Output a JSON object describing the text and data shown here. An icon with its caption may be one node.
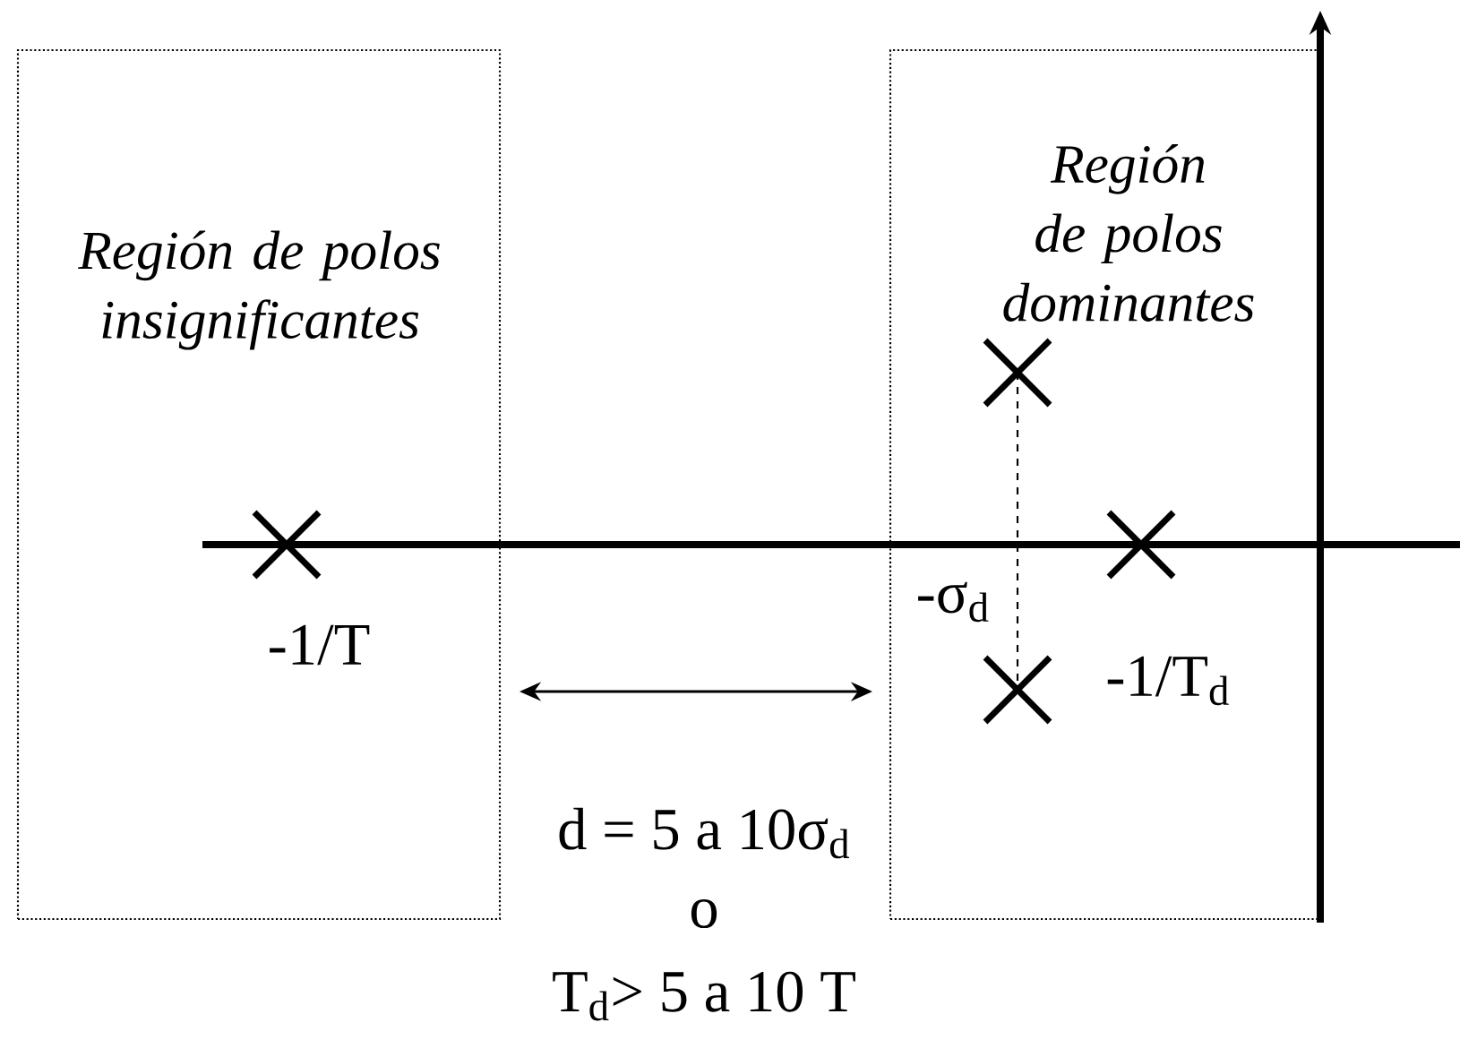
{
  "diagram": {
    "nodes": [
      {
        "text": [
          "Región de polos insignificantes"
        ]
      },
      {
        "text": [
          "Región de polos dominantes"
        ]
      }
    ],
    "edges": [],
    "labels": [
      "-1/T",
      "-σ$_{d}$",
      "-1/T$_{d}$",
      "d = 5 a 10σ$_{d}$",
      "o",
      "T$_{d}$> 5 a 10 T"
    ]
  }
}
